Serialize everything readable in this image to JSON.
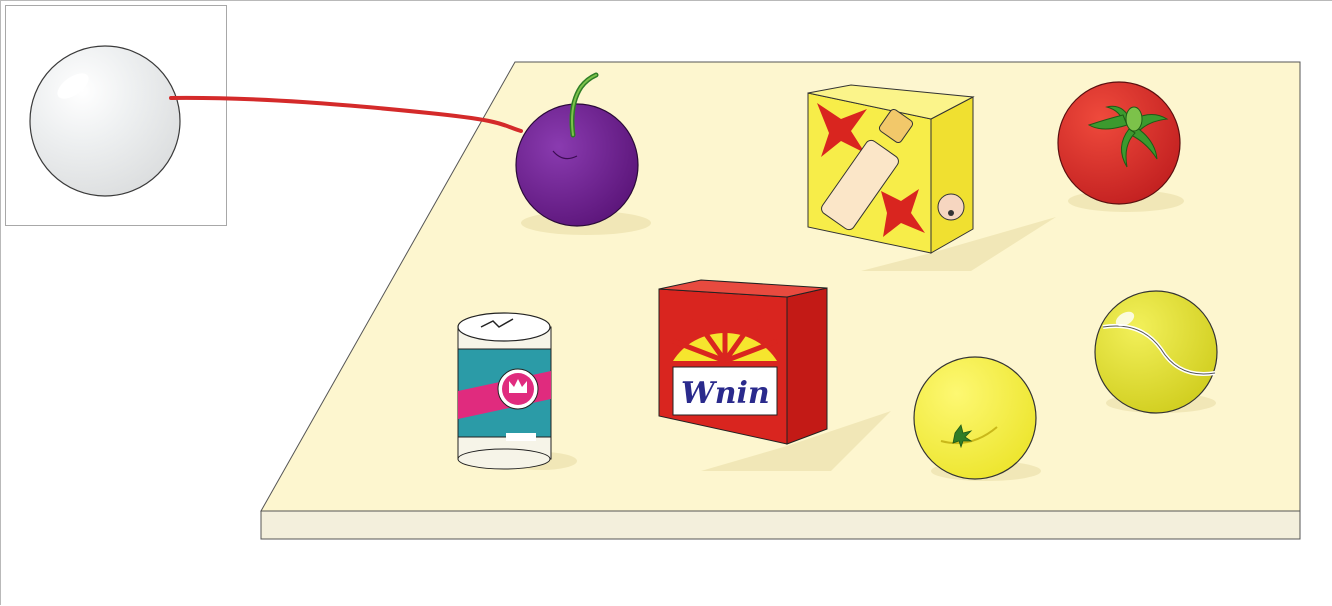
{
  "scene": {
    "target": {
      "name": "sphere-target",
      "color": "#e9eaeb"
    },
    "connector_color": "#d42a2a",
    "table": {
      "top_color": "#fdf6cf",
      "edge_color": "#f3efdc",
      "stroke": "#555555"
    },
    "objects": [
      {
        "name": "plum",
        "color": "#6a1f8e",
        "matched": true
      },
      {
        "name": "baby-formula-box",
        "color": "#f6ea3b",
        "matched": false
      },
      {
        "name": "tomato",
        "color": "#d8282a",
        "matched": false
      },
      {
        "name": "tin-can",
        "color": "#2a9aa6",
        "matched": false
      },
      {
        "name": "cereal-box",
        "color": "#d9241f",
        "matched": false
      },
      {
        "name": "tennis-ball",
        "color": "#e2e02a",
        "matched": false
      },
      {
        "name": "grapefruit",
        "color": "#f4ee2e",
        "matched": false
      }
    ],
    "labels": {
      "cereal_box_text": "Wnin"
    }
  }
}
